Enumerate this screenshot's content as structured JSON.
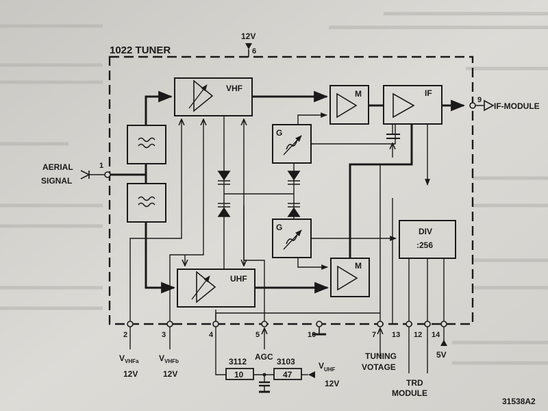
{
  "title": "1022 TUNER",
  "supply_top": {
    "voltage": "12V",
    "pin": "6"
  },
  "blocks": {
    "vhf": "VHF",
    "uhf": "UHF",
    "mixer_top": "M",
    "mixer_bottom": "M",
    "if_amp": "IF",
    "osc_top": "G",
    "osc_bottom": "G",
    "divider_line1": "DIV",
    "divider_line2": ":256"
  },
  "input": {
    "line1": "AERIAL",
    "line2": "SIGNAL",
    "pin": "1"
  },
  "output": {
    "pin": "9",
    "label": "IF-MODULE"
  },
  "pins": {
    "p2": "2",
    "p3": "3",
    "p4": "4",
    "p5": "5",
    "p10": "10",
    "p7": "7",
    "p13": "13",
    "p12": "12",
    "p14": "14"
  },
  "bottom_labels": {
    "vhfa_v": "V",
    "vhfa_sub": "VHFa",
    "vhfa_volt": "12V",
    "vhfb_v": "V",
    "vhfb_sub": "VHFb",
    "vhfb_volt": "12V",
    "agc": "AGC",
    "tuning_line1": "TUNING",
    "tuning_line2": "VOTAGE",
    "trd_line1": "TRD",
    "trd_line2": "MODULE",
    "v5": "5V",
    "vuhf_v": "V",
    "vuhf_sub": "UHF",
    "vuhf_volt": "12V"
  },
  "resistors": {
    "r1_ref": "3112",
    "r1_value": "10",
    "r2_ref": "3103",
    "r2_value": "47"
  },
  "figure_code": "31538A2"
}
